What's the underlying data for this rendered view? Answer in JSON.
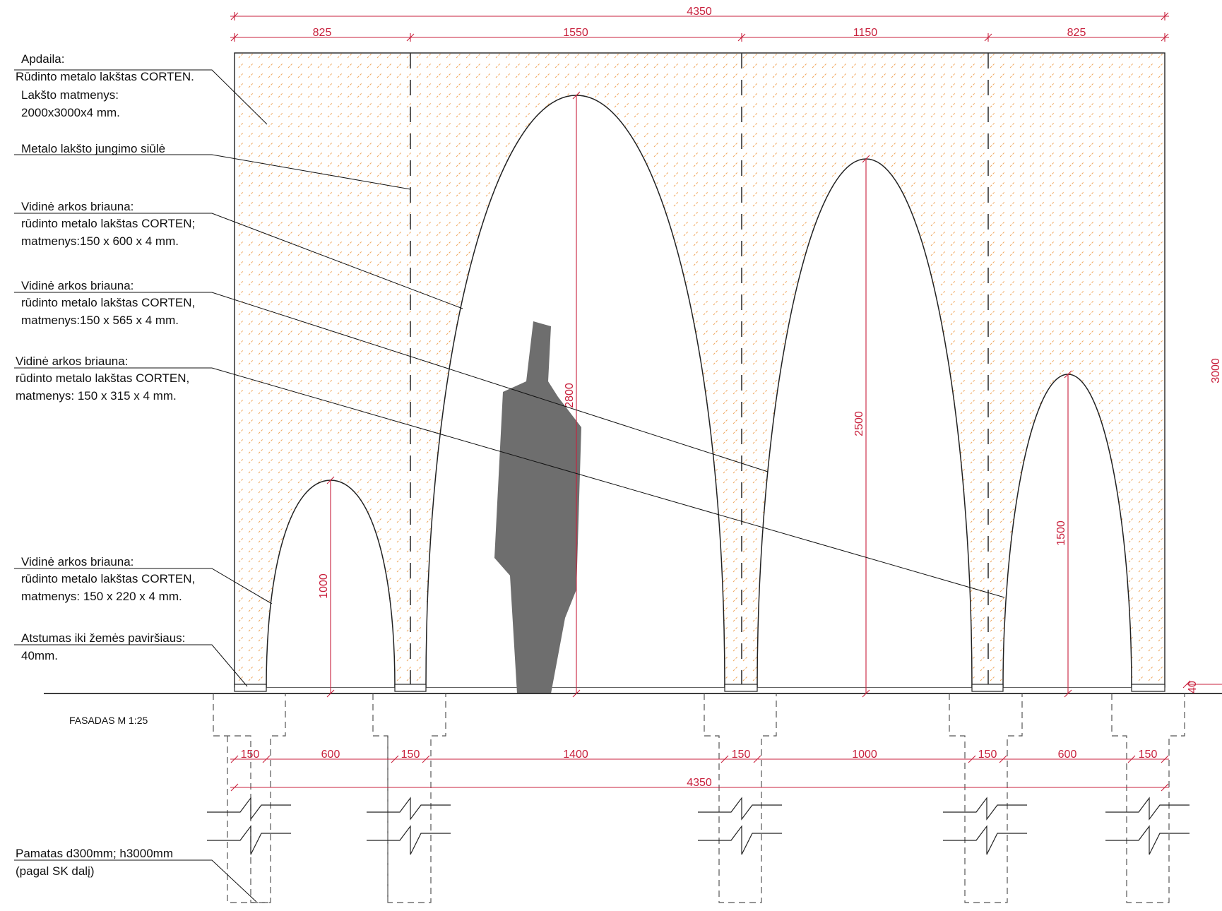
{
  "annotations": {
    "finish_title": "Apdaila:",
    "finish_line2": "Rūdinto metalo lakštas CORTEN.",
    "finish_line3": "Lakšto matmenys:",
    "finish_line4": "2000x3000x4 mm.",
    "seam": "Metalo lakšto jungimo siūlė",
    "edge1_title": "Vidinė arkos briauna:",
    "edge1_line2": "rūdinto metalo lakštas CORTEN;",
    "edge1_line3": "matmenys:150 x 600 x 4 mm.",
    "edge2_title": "Vidinė arkos briauna:",
    "edge2_line2": "rūdinto metalo lakštas CORTEN,",
    "edge2_line3": "matmenys:150 x 565 x 4 mm.",
    "edge3_title": "Vidinė arkos briauna:",
    "edge3_line2": "rūdinto metalo lakštas CORTEN,",
    "edge3_line3": "matmenys: 150 x 315 x 4 mm.",
    "edge4_title": "Vidinė arkos briauna:",
    "edge4_line2": "rūdinto metalo lakštas CORTEN,",
    "edge4_line3": "matmenys: 150 x 220 x 4 mm.",
    "ground_title": "Atstumas iki žemės paviršiaus:",
    "ground_line2": "40mm.",
    "foundation_line1": "Pamatas d300mm; h3000mm",
    "foundation_line2": "(pagal SK dalį)"
  },
  "drawing_title": "FASADAS M 1:25",
  "dimensions": {
    "top_total": "4350",
    "top_segments": [
      "825",
      "1550",
      "1150",
      "825"
    ],
    "bottom_segments": [
      "150",
      "600",
      "150",
      "1400",
      "150",
      "1000",
      "150",
      "600",
      "150"
    ],
    "bottom_total": "4350",
    "arch_heights": [
      "1000",
      "2800",
      "2500",
      "1500"
    ],
    "overall_height": "3000",
    "ground_gap": "40"
  },
  "colors": {
    "dimension": "#c8203c",
    "hatch": "#f0a860",
    "line": "#222222",
    "figure": "#6e6e6e"
  }
}
